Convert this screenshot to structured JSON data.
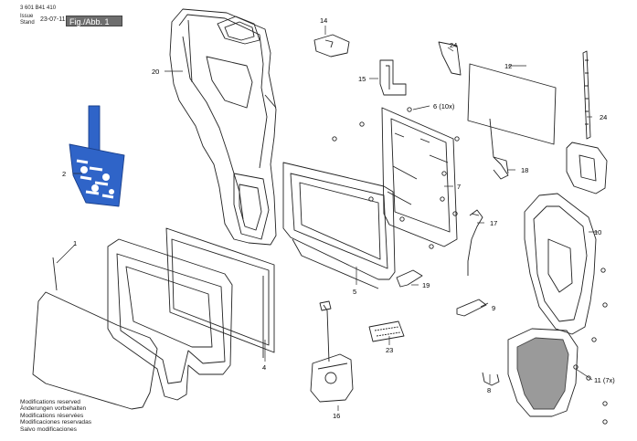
{
  "header": {
    "doc_number": "3 601 B41 410",
    "issue_label": "Issue",
    "stand_label": "Stand",
    "date": "23-07-11",
    "figure_tag": "Fig./Abb. 1"
  },
  "footer_lines": [
    "Modifications reserved",
    "Änderungen vorbehalten",
    "Modifications réservées",
    "Modificaciones reservadas",
    "Salvo modificaciones"
  ],
  "callouts": {
    "c1": "1",
    "c2": "2",
    "c4": "4",
    "c5": "5",
    "c6": "6 (10x)",
    "c7": "7",
    "c8": "8",
    "c9": "9",
    "c10": "10",
    "c11": "11 (7x)",
    "c12": "12",
    "c14": "14",
    "c15": "15",
    "c16": "16",
    "c17": "17",
    "c18": "18",
    "c19": "19",
    "c20": "20",
    "c23": "23",
    "c24a": "24",
    "c24b": "24"
  },
  "colors": {
    "line": "#222222",
    "accent_part": "#2f64c8",
    "tag_bg": "#6e6e6e"
  }
}
